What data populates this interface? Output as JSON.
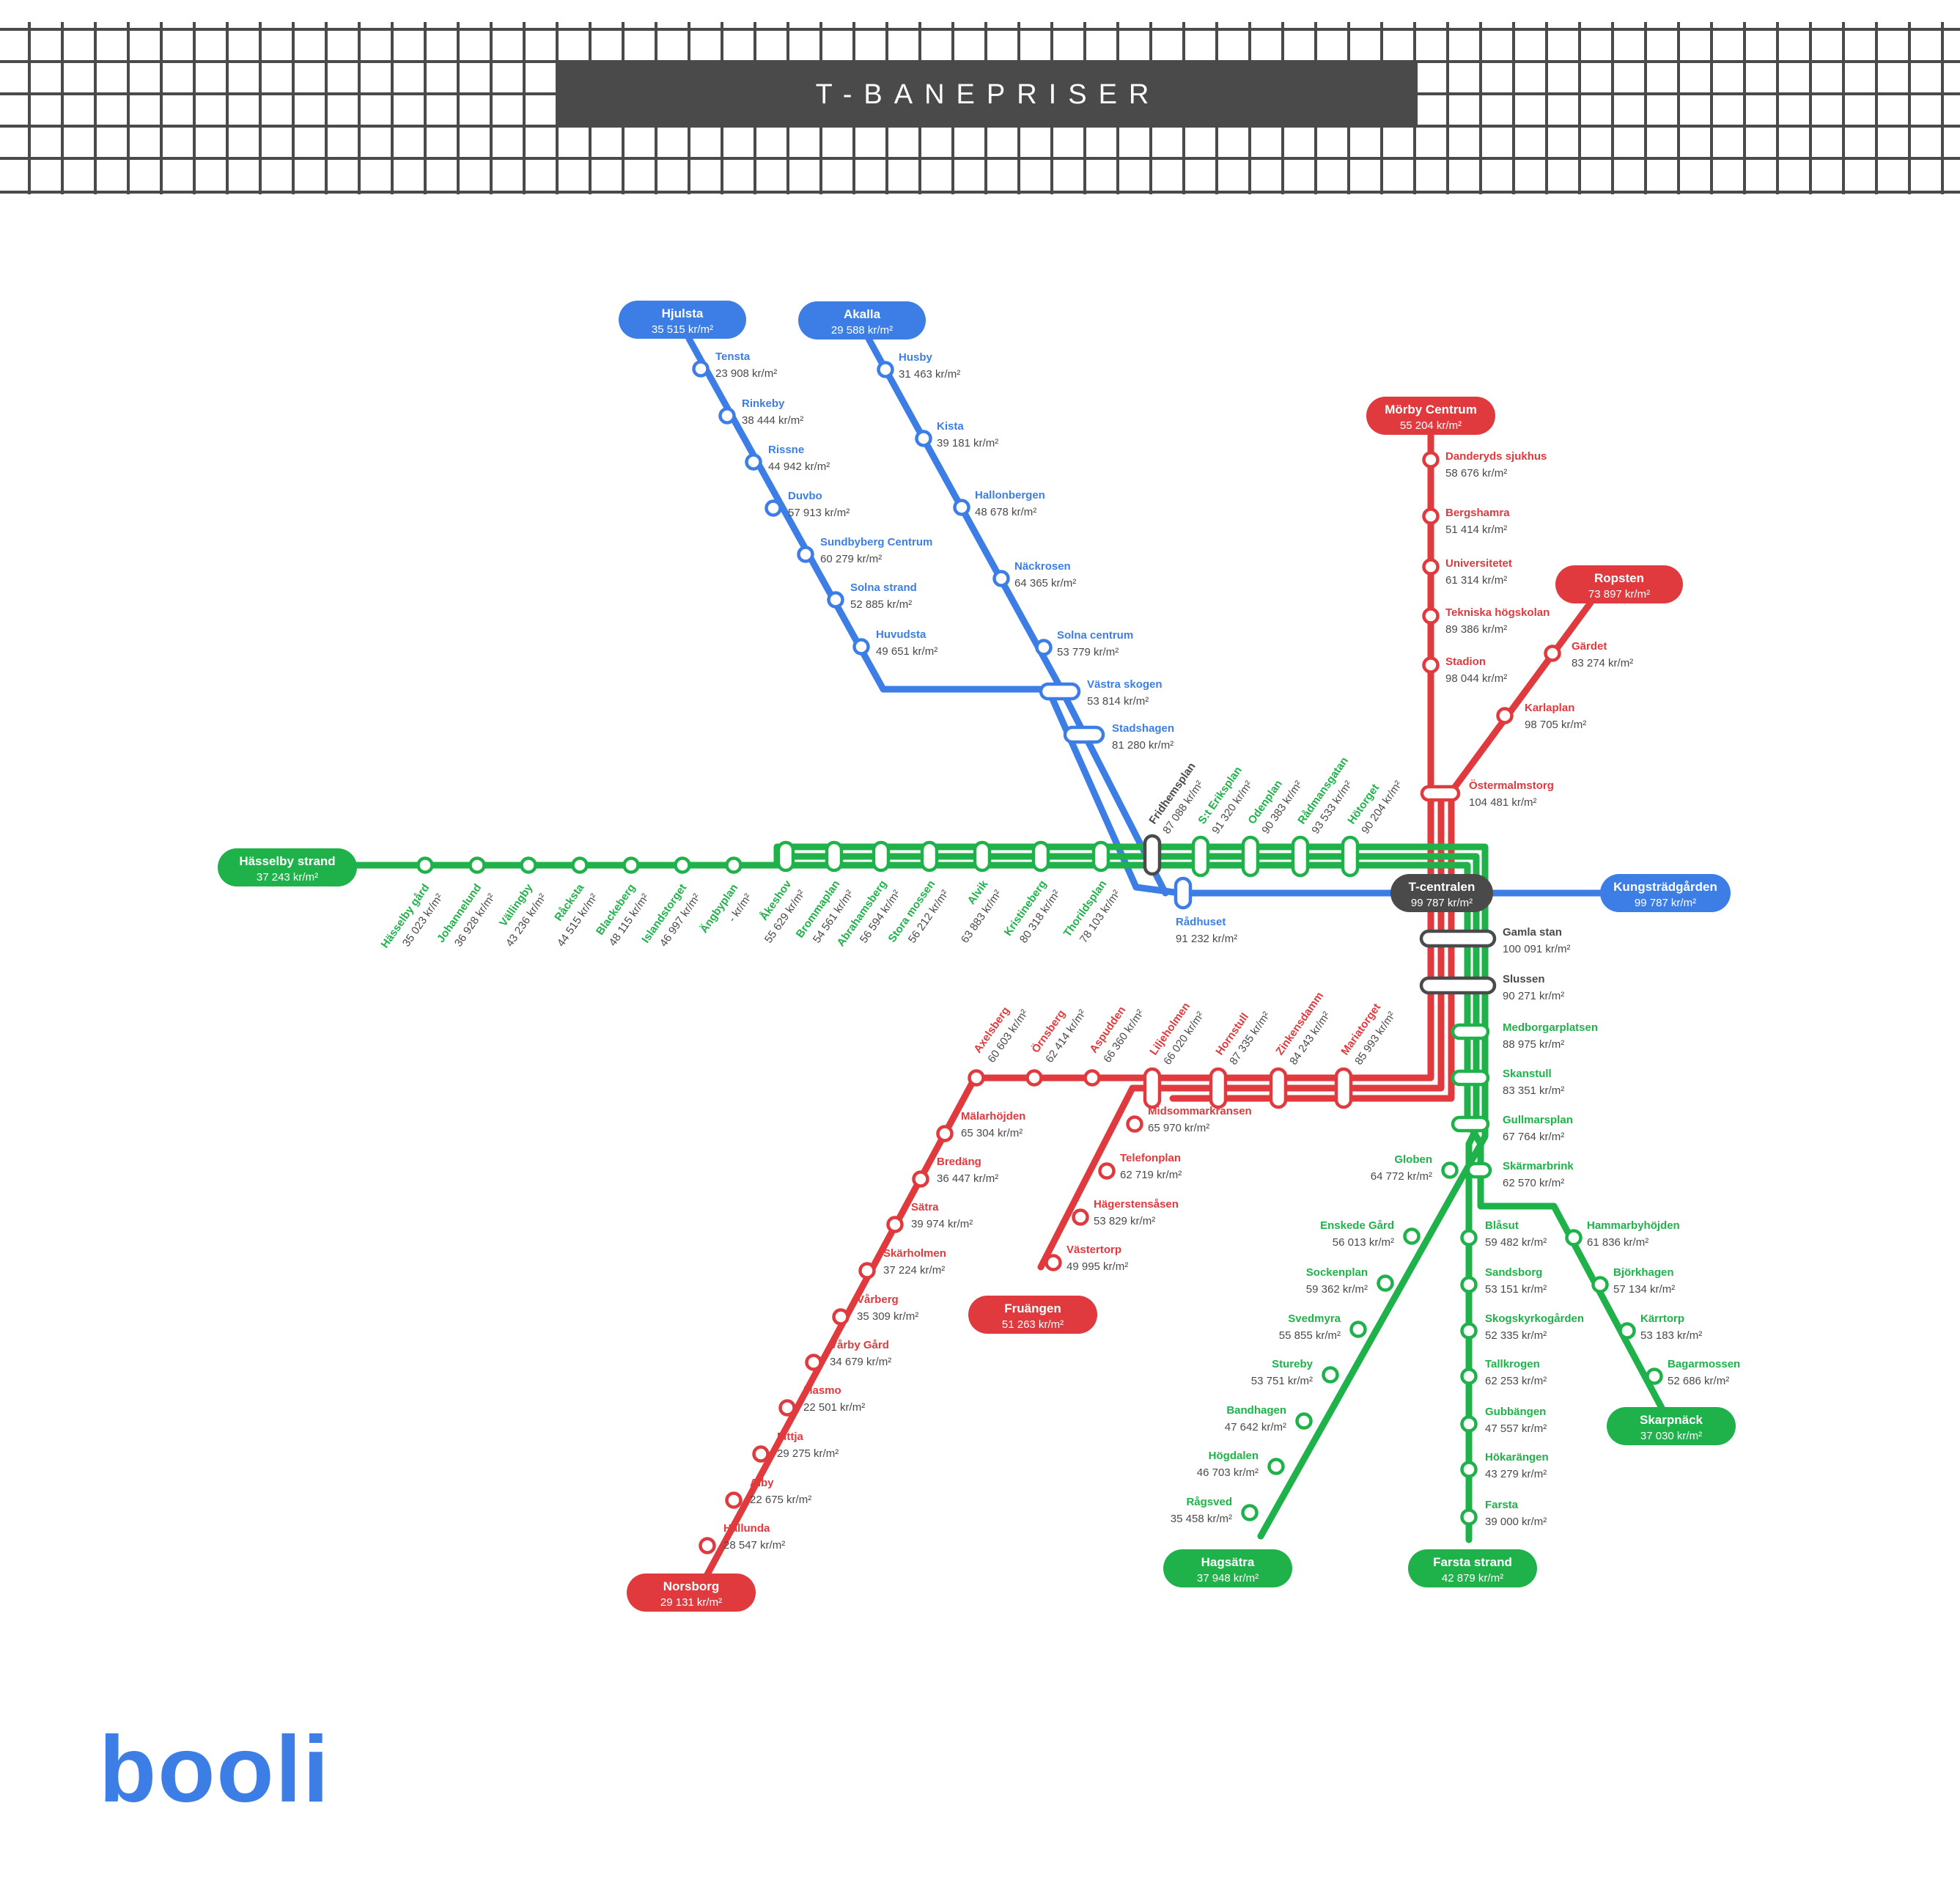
{
  "title": "T-BANEPRISER",
  "logo": "booli",
  "colors": {
    "blue": "#3d7ee6",
    "red": "#e03a3e",
    "green": "#1fb24a",
    "dark": "#4a4a4a",
    "background": "#ffffff"
  },
  "terminals": {
    "hjulsta": {
      "name": "Hjulsta",
      "price": "35 515 kr/m²",
      "color": "blue"
    },
    "akalla": {
      "name": "Akalla",
      "price": "29 588 kr/m²",
      "color": "blue"
    },
    "morby": {
      "name": "Mörby Centrum",
      "price": "55 204 kr/m²",
      "color": "red"
    },
    "ropsten": {
      "name": "Ropsten",
      "price": "73 897 kr/m²",
      "color": "red"
    },
    "hasselby": {
      "name": "Hässelby strand",
      "price": "37 243 kr/m²",
      "color": "green"
    },
    "tcentralen": {
      "name": "T-centralen",
      "price": "99 787 kr/m²",
      "color": "dark"
    },
    "kungstradgarden": {
      "name": "Kungsträdgården",
      "price": "99 787 kr/m²",
      "color": "blue"
    },
    "fruangen": {
      "name": "Fruängen",
      "price": "51 263 kr/m²",
      "color": "red"
    },
    "norsborg": {
      "name": "Norsborg",
      "price": "29 131 kr/m²",
      "color": "red"
    },
    "hagsatra": {
      "name": "Hagsätra",
      "price": "37 948 kr/m²",
      "color": "green"
    },
    "farsta_strand": {
      "name": "Farsta strand",
      "price": "42 879 kr/m²",
      "color": "green"
    },
    "skarpnack": {
      "name": "Skarpnäck",
      "price": "37 030 kr/m²",
      "color": "green"
    }
  },
  "stations": {
    "blue_hjulsta": [
      {
        "name": "Tensta",
        "price": "23 908 kr/m²"
      },
      {
        "name": "Rinkeby",
        "price": "38 444 kr/m²"
      },
      {
        "name": "Rissne",
        "price": "44 942 kr/m²"
      },
      {
        "name": "Duvbo",
        "price": "57 913 kr/m²"
      },
      {
        "name": "Sundbyberg Centrum",
        "price": "60 279 kr/m²"
      },
      {
        "name": "Solna strand",
        "price": "52 885 kr/m²"
      },
      {
        "name": "Huvudsta",
        "price": "49 651 kr/m²"
      }
    ],
    "blue_akalla": [
      {
        "name": "Husby",
        "price": "31 463 kr/m²"
      },
      {
        "name": "Kista",
        "price": "39 181 kr/m²"
      },
      {
        "name": "Hallonbergen",
        "price": "48 678 kr/m²"
      },
      {
        "name": "Näckrosen",
        "price": "64 365 kr/m²"
      },
      {
        "name": "Solna centrum",
        "price": "53 779 kr/m²"
      }
    ],
    "blue_trunk": [
      {
        "name": "Västra skogen",
        "price": "53 814 kr/m²"
      },
      {
        "name": "Stadshagen",
        "price": "81 280 kr/m²"
      },
      {
        "name": "Rådhuset",
        "price": "91 232 kr/m²"
      }
    ],
    "red_morby": [
      {
        "name": "Danderyds sjukhus",
        "price": "58 676 kr/m²"
      },
      {
        "name": "Bergshamra",
        "price": "51 414 kr/m²"
      },
      {
        "name": "Universitetet",
        "price": "61 314 kr/m²"
      },
      {
        "name": "Tekniska högskolan",
        "price": "89 386 kr/m²"
      },
      {
        "name": "Stadion",
        "price": "98 044 kr/m²"
      }
    ],
    "red_ropsten": [
      {
        "name": "Gärdet",
        "price": "83 274 kr/m²"
      },
      {
        "name": "Karlaplan",
        "price": "98 705 kr/m²"
      },
      {
        "name": "Östermalmstorg",
        "price": "104 481 kr/m²"
      }
    ],
    "green_west": [
      {
        "name": "Hässelby gård",
        "price": "35 023 kr/m²"
      },
      {
        "name": "Johannelund",
        "price": "36 928 kr/m²"
      },
      {
        "name": "Vällingby",
        "price": "43 236 kr/m²"
      },
      {
        "name": "Råcksta",
        "price": "44 515 kr/m²"
      },
      {
        "name": "Blackeberg",
        "price": "48 115 kr/m²"
      },
      {
        "name": "Islandstorget",
        "price": "46 997 kr/m²"
      },
      {
        "name": "Ängbyplan",
        "price": "- kr/m²"
      },
      {
        "name": "Åkeshov",
        "price": "55 629 kr/m²"
      },
      {
        "name": "Brommaplan",
        "price": "54 561 kr/m²"
      },
      {
        "name": "Abrahamsberg",
        "price": "56 594 kr/m²"
      },
      {
        "name": "Stora mossen",
        "price": "56 212 kr/m²"
      },
      {
        "name": "Alvik",
        "price": "63 883 kr/m²"
      },
      {
        "name": "Kristineberg",
        "price": "80 318 kr/m²"
      },
      {
        "name": "Thorildsplan",
        "price": "78 103 kr/m²"
      }
    ],
    "green_central": [
      {
        "name": "Fridhemsplan",
        "price": "87 088 kr/m²"
      },
      {
        "name": "S:t Eriksplan",
        "price": "91 320 kr/m²"
      },
      {
        "name": "Odenplan",
        "price": "90 383 kr/m²"
      },
      {
        "name": "Rådmansgatan",
        "price": "93 533 kr/m²"
      },
      {
        "name": "Hötorget",
        "price": "90 204 kr/m²"
      }
    ],
    "core_south": [
      {
        "name": "Gamla stan",
        "price": "100 091 kr/m²"
      },
      {
        "name": "Slussen",
        "price": "90 271 kr/m²"
      }
    ],
    "green_south": [
      {
        "name": "Medborgarplatsen",
        "price": "88 975 kr/m²"
      },
      {
        "name": "Skanstull",
        "price": "83 351 kr/m²"
      },
      {
        "name": "Gullmarsplan",
        "price": "67 764 kr/m²"
      },
      {
        "name": "Skärmarbrink",
        "price": "62 570 kr/m²"
      }
    ],
    "red_sw": [
      {
        "name": "Axelsberg",
        "price": "60 603 kr/m²"
      },
      {
        "name": "Örnsberg",
        "price": "62 414 kr/m²"
      },
      {
        "name": "Aspudden",
        "price": "66 360 kr/m²"
      },
      {
        "name": "Liljeholmen",
        "price": "66 020 kr/m²"
      },
      {
        "name": "Hornstull",
        "price": "87 335 kr/m²"
      },
      {
        "name": "Zinkensdamm",
        "price": "84 243 kr/m²"
      },
      {
        "name": "Mariatorget",
        "price": "85 993 kr/m²"
      }
    ],
    "red_norsborg": [
      {
        "name": "Mälarhöjden",
        "price": "65 304 kr/m²"
      },
      {
        "name": "Bredäng",
        "price": "36 447 kr/m²"
      },
      {
        "name": "Sätra",
        "price": "39 974 kr/m²"
      },
      {
        "name": "Skärholmen",
        "price": "37 224 kr/m²"
      },
      {
        "name": "Vårberg",
        "price": "35 309 kr/m²"
      },
      {
        "name": "Vårby Gård",
        "price": "34 679 kr/m²"
      },
      {
        "name": "Masmo",
        "price": "22 501 kr/m²"
      },
      {
        "name": "Fittja",
        "price": "29 275 kr/m²"
      },
      {
        "name": "Alby",
        "price": "22 675 kr/m²"
      },
      {
        "name": "Hallunda",
        "price": "28 547 kr/m²"
      }
    ],
    "red_fruangen": [
      {
        "name": "Midsommarkransen",
        "price": "65 970 kr/m²"
      },
      {
        "name": "Telefonplan",
        "price": "62 719 kr/m²"
      },
      {
        "name": "Hägerstensåsen",
        "price": "53 829 kr/m²"
      },
      {
        "name": "Västertorp",
        "price": "49 995 kr/m²"
      }
    ],
    "green_hagsatra": [
      {
        "name": "Globen",
        "price": "64 772 kr/m²"
      },
      {
        "name": "Enskede Gård",
        "price": "56 013 kr/m²"
      },
      {
        "name": "Sockenplan",
        "price": "59 362 kr/m²"
      },
      {
        "name": "Svedmyra",
        "price": "55 855 kr/m²"
      },
      {
        "name": "Stureby",
        "price": "53 751 kr/m²"
      },
      {
        "name": "Bandhagen",
        "price": "47 642 kr/m²"
      },
      {
        "name": "Högdalen",
        "price": "46 703 kr/m²"
      },
      {
        "name": "Rågsved",
        "price": "35 458 kr/m²"
      }
    ],
    "green_farsta": [
      {
        "name": "Blåsut",
        "price": "59 482 kr/m²"
      },
      {
        "name": "Sandsborg",
        "price": "53 151 kr/m²"
      },
      {
        "name": "Skogskyrkogården",
        "price": "52 335 kr/m²"
      },
      {
        "name": "Tallkrogen",
        "price": "62 253 kr/m²"
      },
      {
        "name": "Gubbängen",
        "price": "47 557 kr/m²"
      },
      {
        "name": "Hökarängen",
        "price": "43 279 kr/m²"
      },
      {
        "name": "Farsta",
        "price": "39 000 kr/m²"
      }
    ],
    "green_skarpnack": [
      {
        "name": "Hammarbyhöjden",
        "price": "61 836 kr/m²"
      },
      {
        "name": "Björkhagen",
        "price": "57 134 kr/m²"
      },
      {
        "name": "Kärrtorp",
        "price": "53 183 kr/m²"
      },
      {
        "name": "Bagarmossen",
        "price": "52 686 kr/m²"
      }
    ]
  }
}
